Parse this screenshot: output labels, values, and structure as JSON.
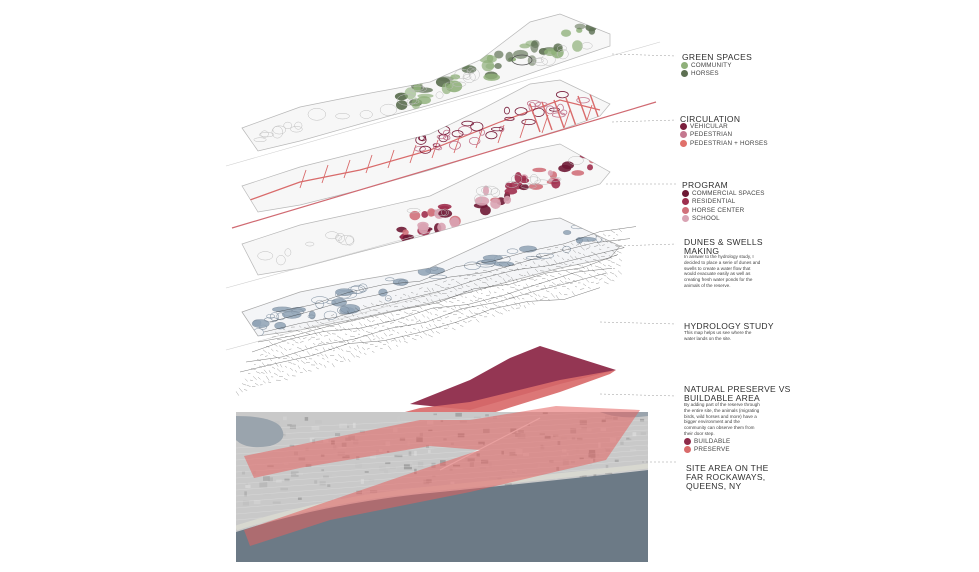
{
  "layers": [
    {
      "title_lines": [
        "GREEN SPACES"
      ],
      "description": "",
      "legend": [
        {
          "label": "COMMUNITY",
          "color": "#8fb07a"
        },
        {
          "label": "HORSES",
          "color": "#5d7052"
        }
      ]
    },
    {
      "title_lines": [
        "CIRCULATION"
      ],
      "description": "",
      "legend": [
        {
          "label": "VEHICULAR",
          "color": "#7a1f3d"
        },
        {
          "label": "PEDESTRIAN",
          "color": "#c4788f"
        },
        {
          "label": "PEDESTRIAN + HORSES",
          "color": "#e0706a"
        }
      ]
    },
    {
      "title_lines": [
        "PROGRAM"
      ],
      "description": "",
      "legend": [
        {
          "label": "COMMERCIAL SPACES",
          "color": "#6e1834"
        },
        {
          "label": "RESIDENTIAL",
          "color": "#9e2f4e"
        },
        {
          "label": "HORSE CENTER",
          "color": "#d0707a"
        },
        {
          "label": "SCHOOL",
          "color": "#d9a3b3"
        }
      ]
    },
    {
      "title_lines": [
        "DUNES & SWELLS",
        "MAKING"
      ],
      "description": "In answer to the hydrology study, I decided to place a serie of dunes and swells to create a water flow that would evacuate easily as well as creating fresh water ponds for the animals of the reserve.",
      "legend": []
    },
    {
      "title_lines": [
        "HYDROLOGY STUDY"
      ],
      "description": "This map helps us see where the water lands on the site.",
      "legend": []
    },
    {
      "title_lines": [
        "NATURAL PRESERVE VS",
        "BUILDABLE AREA"
      ],
      "description": "By adding part of the reserve through the entire site, the animals (migrating birds, wild horses and more) have a bigger environment and the community can observe them from their door step.",
      "legend": [
        {
          "label": "BUILDABLE",
          "color": "#8e2b4a"
        },
        {
          "label": "PRESERVE",
          "color": "#d96b6b"
        }
      ]
    },
    {
      "title_lines": [
        "SITE AREA ON THE",
        "FAR ROCKAWAYS,",
        "QUEENS, NY"
      ],
      "description": "",
      "legend": []
    }
  ],
  "colors": {
    "green": "#8fb07a",
    "green_dark": "#5d7052",
    "maroon": "#7a1f3d",
    "rose": "#d96b6b",
    "water": "#8fa3b5",
    "line": "#bdbdbd"
  }
}
